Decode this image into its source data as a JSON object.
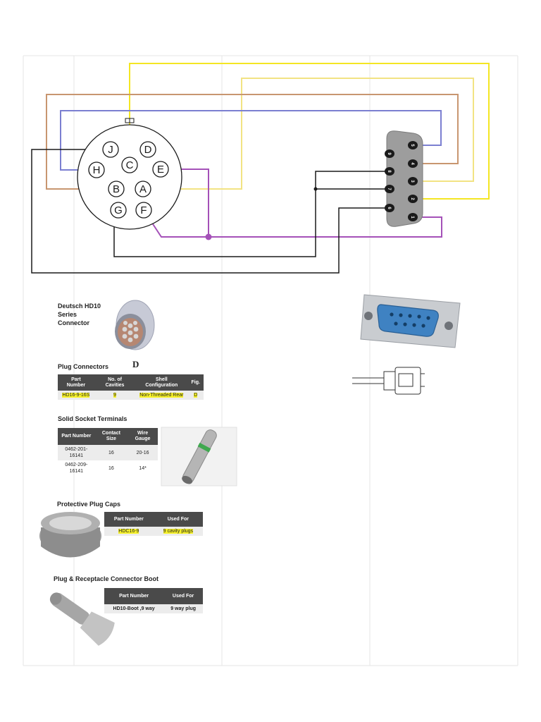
{
  "diagram": {
    "hd10_pins": [
      "J",
      "D",
      "C",
      "H",
      "E",
      "B",
      "A",
      "G",
      "F"
    ],
    "db9_pins": [
      "5",
      "4",
      "3",
      "2",
      "1",
      "9",
      "8",
      "7",
      "6"
    ],
    "colors": {
      "yellow": "#f4e623",
      "yellow_light": "#f2e383",
      "orange": "#c89670",
      "blue": "#7b7fd1",
      "purple": "#a451b8",
      "black": "#1a1a1a"
    }
  },
  "deutsch": {
    "title_lines": [
      "Deutsch HD10",
      "Series",
      "Connector"
    ],
    "fig_letter": "D"
  },
  "plug_connectors": {
    "title": "Plug Connectors",
    "headers": [
      "Part Number",
      "No. of Cavities",
      "Shell Configuration",
      "Fig."
    ],
    "rows": [
      [
        "HD16-9-16S",
        "9",
        "Non-Threaded Rear",
        "D"
      ]
    ]
  },
  "solid_socket": {
    "title": "Solid Socket Terminals",
    "headers": [
      "Part Number",
      "Contact Size",
      "Wire Gauge"
    ],
    "rows": [
      [
        "0462-201-16141",
        "16",
        "20-16"
      ],
      [
        "0462-209-16141",
        "16",
        "14*"
      ]
    ]
  },
  "plug_caps": {
    "title": "Protective Plug Caps",
    "headers": [
      "Part Number",
      "Used For"
    ],
    "rows": [
      [
        "HDC16-9",
        "9 cavity plugs"
      ]
    ]
  },
  "boot": {
    "title": "Plug & Receptacle Connector Boot",
    "headers": [
      "Part Number",
      "Used For"
    ],
    "rows": [
      [
        "HD10-Boot ,9 way",
        "9 way plug"
      ]
    ]
  }
}
